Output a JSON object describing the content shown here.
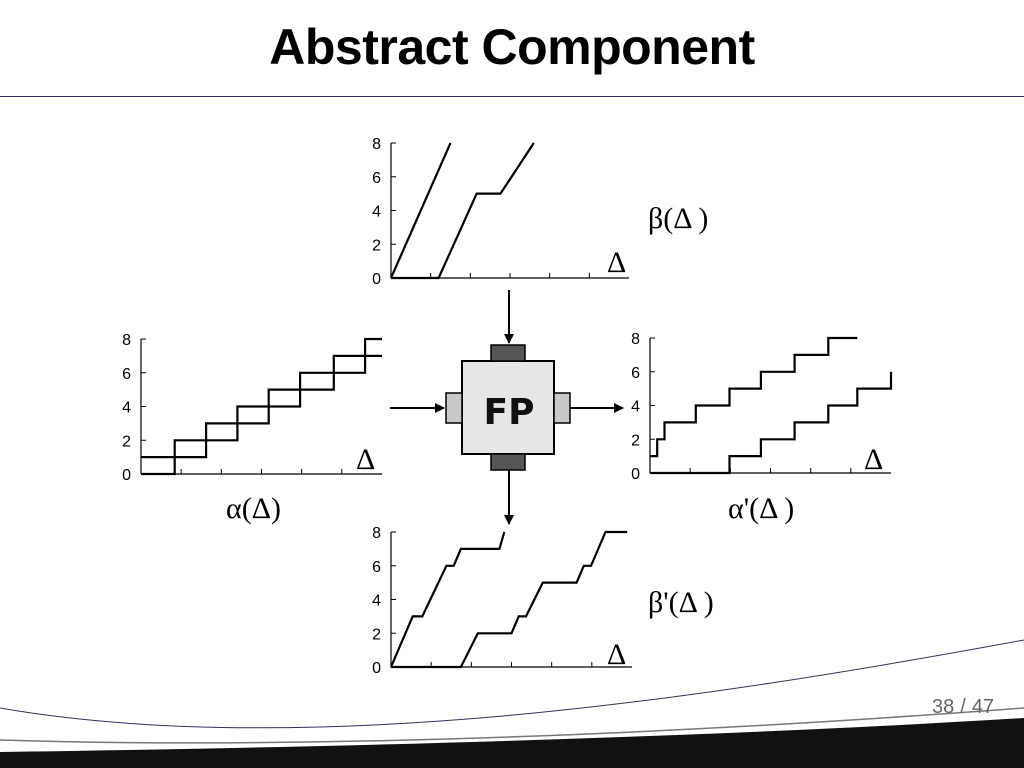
{
  "slide": {
    "title": "Abstract Component",
    "page_current": "38",
    "page_separator": "/",
    "page_total": "47"
  },
  "component": {
    "label": "FP"
  },
  "colors": {
    "frame": "#3c2a60",
    "box_fill": "#e6e6e6",
    "port_dark": "#555555",
    "port_light": "#c8c8c8"
  },
  "plots": {
    "beta": {
      "label": "β(Δ )",
      "axis_symbol": "Δ",
      "y_ticks": [
        "0",
        "2",
        "4",
        "6",
        "8"
      ],
      "ylim": [
        0,
        8
      ],
      "curves": [
        [
          [
            0,
            0
          ],
          [
            0.25,
            8
          ]
        ],
        [
          [
            0,
            0
          ],
          [
            0.2,
            0
          ],
          [
            0.36,
            5
          ],
          [
            0.46,
            5
          ],
          [
            0.6,
            8
          ]
        ]
      ]
    },
    "alpha": {
      "label": "α(Δ)",
      "axis_symbol": "Δ",
      "y_ticks": [
        "0",
        "2",
        "4",
        "6",
        "8"
      ],
      "ylim": [
        0,
        8
      ],
      "curves": [
        [
          [
            0,
            1
          ],
          [
            0.27,
            1
          ],
          [
            0.27,
            2
          ],
          [
            0.4,
            2
          ],
          [
            0.4,
            3
          ],
          [
            0.53,
            3
          ],
          [
            0.53,
            4
          ],
          [
            0.66,
            4
          ],
          [
            0.66,
            5
          ],
          [
            0.8,
            5
          ],
          [
            0.8,
            6
          ],
          [
            0.93,
            6
          ],
          [
            0.93,
            7
          ],
          [
            1,
            7
          ]
        ],
        [
          [
            0,
            0
          ],
          [
            0.14,
            0
          ],
          [
            0.14,
            2
          ],
          [
            0.27,
            2
          ],
          [
            0.27,
            3
          ],
          [
            0.4,
            3
          ],
          [
            0.4,
            4
          ],
          [
            0.53,
            4
          ],
          [
            0.53,
            5
          ],
          [
            0.66,
            5
          ],
          [
            0.66,
            6
          ],
          [
            0.8,
            6
          ],
          [
            0.8,
            7
          ],
          [
            0.93,
            7
          ],
          [
            0.93,
            8
          ],
          [
            1,
            8
          ]
        ]
      ]
    },
    "alpha_out": {
      "label": "α'(Δ )",
      "axis_symbol": "Δ",
      "y_ticks": [
        "0",
        "2",
        "4",
        "6",
        "8"
      ],
      "ylim": [
        0,
        8
      ],
      "curves": [
        [
          [
            0,
            1
          ],
          [
            0.03,
            1
          ],
          [
            0.03,
            2
          ],
          [
            0.06,
            2
          ],
          [
            0.06,
            3
          ],
          [
            0.19,
            3
          ],
          [
            0.19,
            4
          ],
          [
            0.33,
            4
          ],
          [
            0.33,
            5
          ],
          [
            0.46,
            5
          ],
          [
            0.46,
            6
          ],
          [
            0.6,
            6
          ],
          [
            0.6,
            7
          ],
          [
            0.74,
            7
          ],
          [
            0.74,
            8
          ],
          [
            0.86,
            8
          ]
        ],
        [
          [
            0,
            0
          ],
          [
            0.33,
            0
          ],
          [
            0.33,
            1
          ],
          [
            0.46,
            1
          ],
          [
            0.46,
            2
          ],
          [
            0.6,
            2
          ],
          [
            0.6,
            3
          ],
          [
            0.74,
            3
          ],
          [
            0.74,
            4
          ],
          [
            0.86,
            4
          ],
          [
            0.86,
            5
          ],
          [
            1,
            5
          ],
          [
            1,
            6
          ]
        ]
      ]
    },
    "beta_out": {
      "label": "β'(Δ )",
      "axis_symbol": "Δ",
      "y_ticks": [
        "0",
        "2",
        "4",
        "6",
        "8"
      ],
      "ylim": [
        0,
        8
      ],
      "curves": [
        [
          [
            0,
            0
          ],
          [
            0.09,
            3
          ],
          [
            0.13,
            3
          ],
          [
            0.23,
            6
          ],
          [
            0.26,
            6
          ],
          [
            0.29,
            7
          ],
          [
            0.45,
            7
          ],
          [
            0.47,
            8
          ]
        ],
        [
          [
            0,
            0
          ],
          [
            0.29,
            0
          ],
          [
            0.36,
            2
          ],
          [
            0.5,
            2
          ],
          [
            0.53,
            3
          ],
          [
            0.56,
            3
          ],
          [
            0.63,
            5
          ],
          [
            0.77,
            5
          ],
          [
            0.8,
            6
          ],
          [
            0.83,
            6
          ],
          [
            0.89,
            8
          ],
          [
            0.98,
            8
          ]
        ]
      ]
    }
  }
}
